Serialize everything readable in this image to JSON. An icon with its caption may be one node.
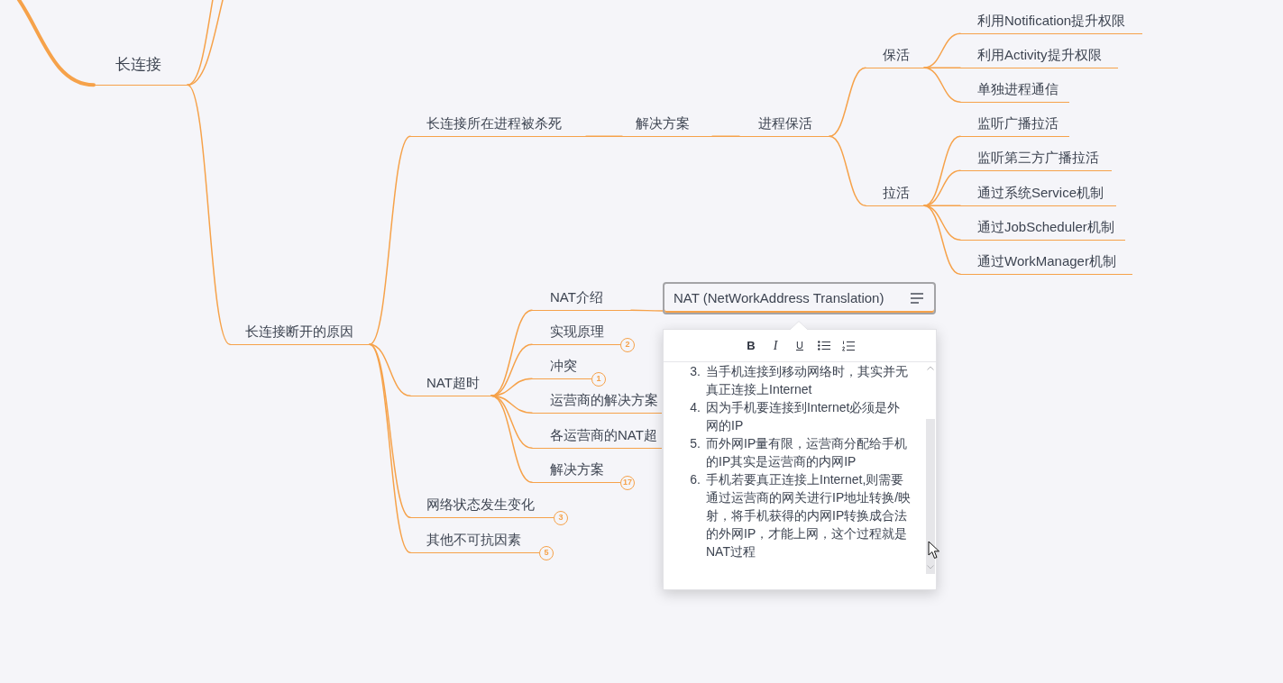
{
  "diagram": {
    "nodes": [
      {
        "text": [
          "长连接"
        ]
      },
      {
        "text": [
          "长连接断开的原因"
        ]
      },
      {
        "text": [
          "长连接所在进程被杀死"
        ]
      },
      {
        "text": [
          "解决方案"
        ]
      },
      {
        "text": [
          "进程保活"
        ]
      },
      {
        "text": [
          "保活"
        ]
      },
      {
        "text": [
          "利用Notification提升权限"
        ]
      },
      {
        "text": [
          "利用Activity提升权限"
        ]
      },
      {
        "text": [
          "单独进程通信"
        ]
      },
      {
        "text": [
          "拉活"
        ]
      },
      {
        "text": [
          "监听广播拉活"
        ]
      },
      {
        "text": [
          "监听第三方广播拉活"
        ]
      },
      {
        "text": [
          "通过系统Service机制"
        ]
      },
      {
        "text": [
          "通过JobScheduler机制"
        ]
      },
      {
        "text": [
          "通过WorkManager机制"
        ]
      },
      {
        "text": [
          "NAT超时"
        ]
      },
      {
        "text": [
          "NAT介绍"
        ]
      },
      {
        "text": [
          "NAT (NetWorkAddress Translation)"
        ]
      },
      {
        "text": [
          "实现原理"
        ],
        "beside": [
          "2"
        ]
      },
      {
        "text": [
          "冲突"
        ],
        "beside": [
          "1"
        ]
      },
      {
        "text": [
          "运营商的解决方案"
        ]
      },
      {
        "text": [
          "各运营商的NAT超"
        ]
      },
      {
        "text": [
          "解决方案"
        ],
        "beside": [
          "17"
        ]
      },
      {
        "text": [
          "网络状态发生变化"
        ],
        "beside": [
          "3"
        ]
      },
      {
        "text": [
          "其他不可抗因素"
        ],
        "beside": [
          "5"
        ]
      },
      {
        "text": [
          "3.",
          "当手机连接到移动网络时，其实并无真正连接上Internet",
          "4.",
          "因为手机要连接到Internet必须是外网的IP",
          "5.",
          "而外网IP量有限，运营商分配给手机的IP其实是运营商的内网IP",
          "6.",
          "手机若要真正连接上Internet,则需要通过运营商的网关进行IP地址转换/映射，将手机获得的内网IP转换成合法的外网IP，才能上网，这个过程就是NAT过程"
        ]
      }
    ],
    "edges": [
      {
        "from": null,
        "to": 0,
        "arrow": "none",
        "style": "thick"
      },
      {
        "from": 0,
        "to": null,
        "arrow": "none"
      },
      {
        "from": 0,
        "to": null,
        "arrow": "none"
      },
      {
        "from": 0,
        "to": 1,
        "arrow": "none"
      },
      {
        "from": 1,
        "to": 2,
        "arrow": "none"
      },
      {
        "from": 2,
        "to": 3,
        "arrow": "none"
      },
      {
        "from": 3,
        "to": 4,
        "arrow": "none"
      },
      {
        "from": 4,
        "to": 5,
        "arrow": "none"
      },
      {
        "from": 5,
        "to": 6,
        "arrow": "none"
      },
      {
        "from": 5,
        "to": 7,
        "arrow": "none"
      },
      {
        "from": 5,
        "to": 8,
        "arrow": "none"
      },
      {
        "from": 4,
        "to": 9,
        "arrow": "none"
      },
      {
        "from": 9,
        "to": 10,
        "arrow": "none"
      },
      {
        "from": 9,
        "to": 11,
        "arrow": "none"
      },
      {
        "from": 9,
        "to": 12,
        "arrow": "none"
      },
      {
        "from": 9,
        "to": 13,
        "arrow": "none"
      },
      {
        "from": 9,
        "to": 14,
        "arrow": "none"
      },
      {
        "from": 1,
        "to": 15,
        "arrow": "none"
      },
      {
        "from": 15,
        "to": 16,
        "arrow": "none"
      },
      {
        "from": 16,
        "to": 17,
        "arrow": "none"
      },
      {
        "from": 15,
        "to": 18,
        "arrow": "none"
      },
      {
        "from": 15,
        "to": 19,
        "arrow": "none"
      },
      {
        "from": 15,
        "to": 20,
        "arrow": "none"
      },
      {
        "from": 15,
        "to": 21,
        "arrow": "none"
      },
      {
        "from": 15,
        "to": 22,
        "arrow": "none"
      },
      {
        "from": 1,
        "to": 23,
        "arrow": "none"
      },
      {
        "from": 1,
        "to": 24,
        "arrow": "none"
      }
    ],
    "labels": [
      "B",
      "I",
      "U"
    ]
  }
}
